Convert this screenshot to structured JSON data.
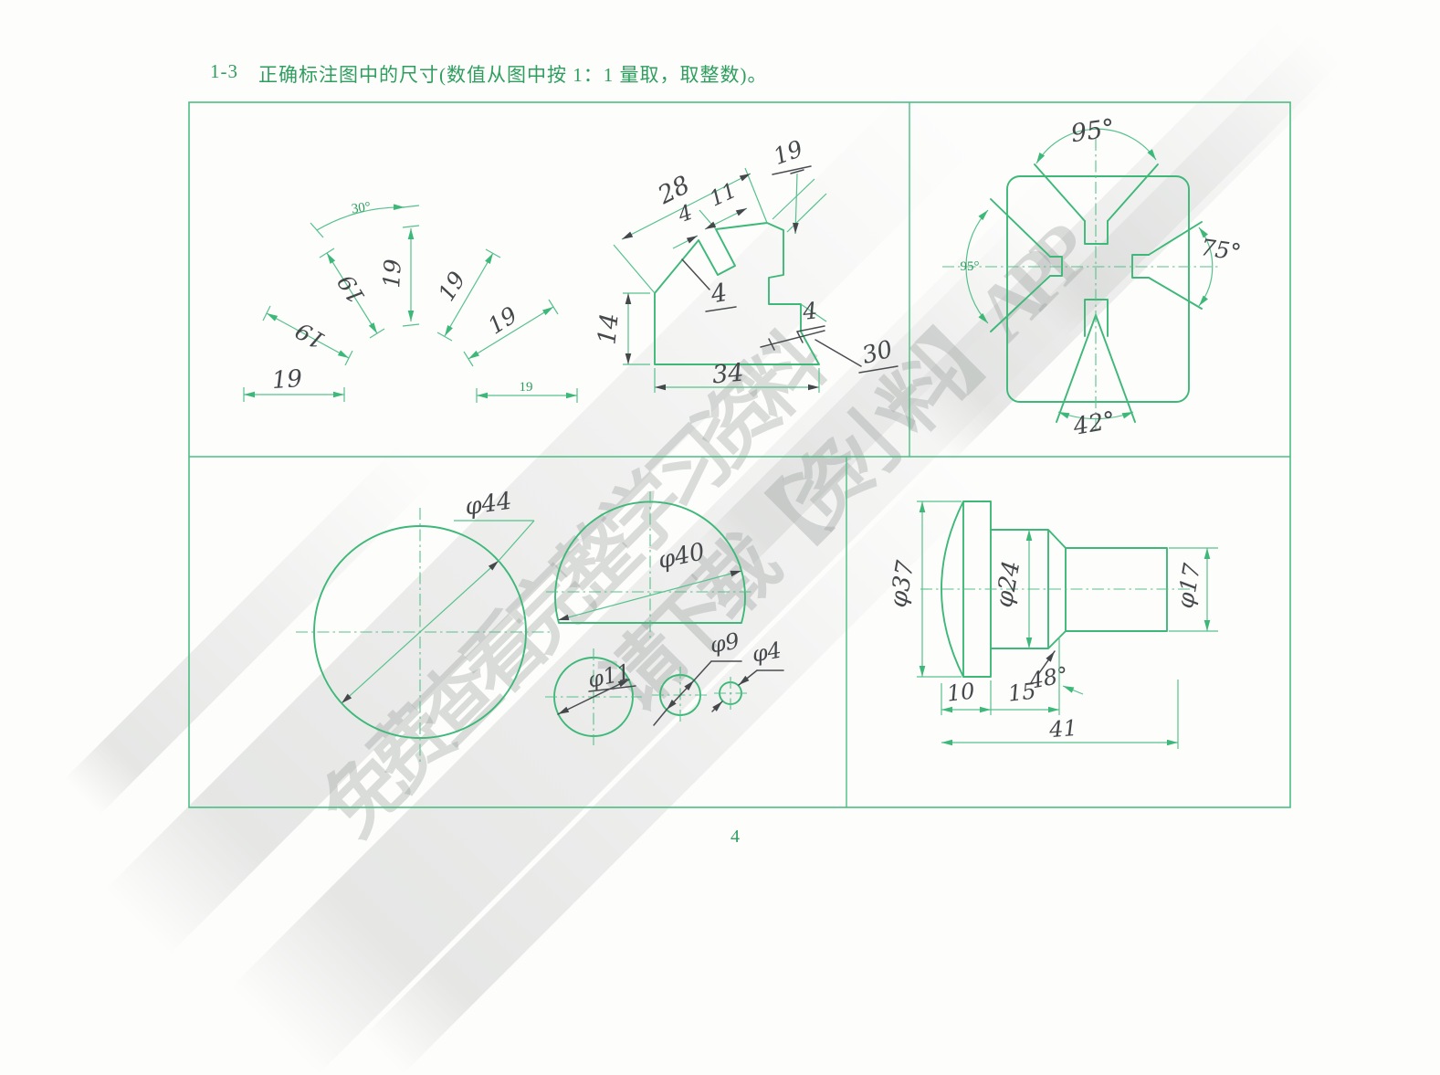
{
  "page": {
    "exercise_number": "1-3",
    "title": "正确标注图中的尺寸(数值从图中按 1：1 量取，取整数)。",
    "page_number": "4"
  },
  "watermark": {
    "line1": "免费查看完整学习资料",
    "line2": "请下载【资小料】APP"
  },
  "colors": {
    "drawing_green": "#3eb878",
    "printed_green": "#2e9e5e",
    "pencil": "#45484b",
    "watermark_gray": "#969a97"
  },
  "labels": {
    "fan": {
      "angle": "30°",
      "len": "19",
      "len_printed": "19"
    },
    "poly": {
      "d28": "28",
      "d11": "11",
      "d4": "4",
      "d19": "19",
      "d14": "14",
      "d34": "34",
      "d30": "30"
    },
    "vblock": {
      "top": "95°",
      "left": "95°",
      "right": "75°",
      "bottom": "42°"
    },
    "circles": {
      "c44": "φ44",
      "c40": "φ40",
      "c11": "φ11",
      "c9": "φ9",
      "c4": "φ4"
    },
    "shaft": {
      "d37": "φ37",
      "d24": "φ24",
      "d17": "φ17",
      "a48": "48°",
      "l10": "10",
      "l15": "15",
      "l41": "41"
    }
  }
}
